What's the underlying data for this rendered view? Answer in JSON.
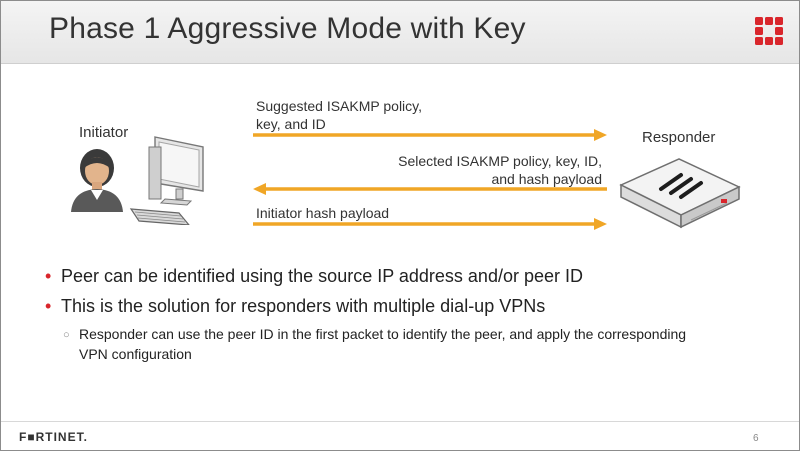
{
  "slide": {
    "title": "Phase 1 Aggressive Mode with Key",
    "diagram": {
      "initiator_label": "Initiator",
      "responder_label": "Responder",
      "messages": [
        {
          "line1": "Suggested ISAKMP policy,",
          "line2": "key, and ID",
          "direction": "right"
        },
        {
          "line1": "Selected ISAKMP policy, key, ID,",
          "line2": "and hash payload",
          "direction": "left"
        },
        {
          "line1": "Initiator hash payload",
          "direction": "right"
        }
      ],
      "arrow_color": "#f0a626"
    },
    "bullets": [
      "Peer can be identified using the source IP address and/or peer ID",
      "This is the solution for responders with multiple dial-up VPNs"
    ],
    "sub_bullets": [
      {
        "line1": "Responder can use the peer ID in the first packet to identify the peer, and apply the corresponding",
        "line2": "VPN configuration"
      }
    ],
    "footer": {
      "brand": "F■RTINET.",
      "page_number": "6"
    },
    "colors": {
      "accent": "#d9262c"
    }
  }
}
